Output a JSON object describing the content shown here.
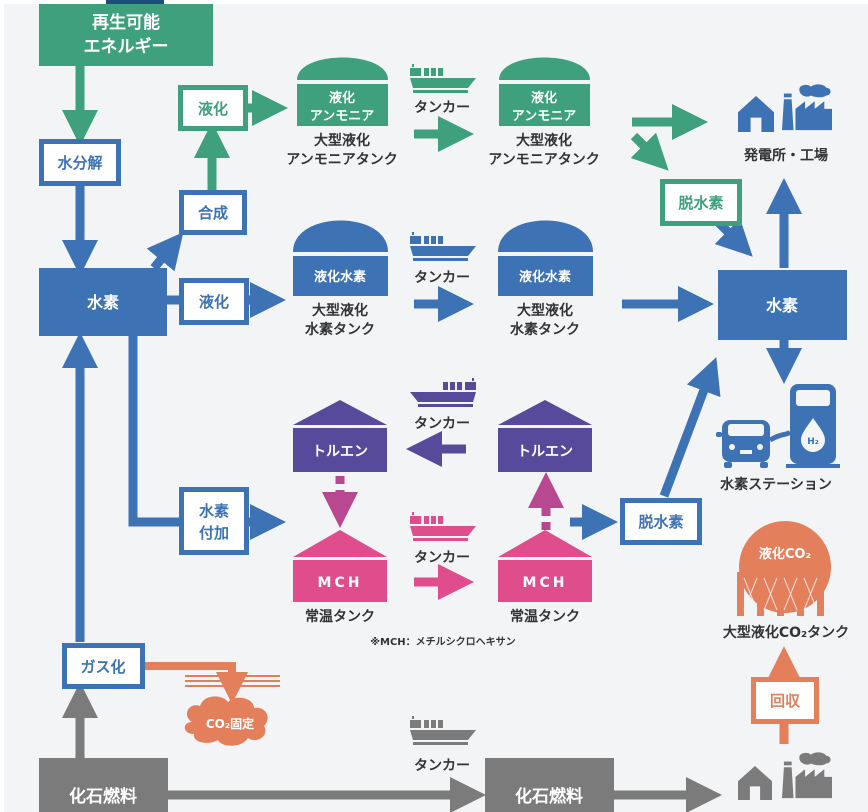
{
  "colors": {
    "green": "#3ea07c",
    "blue": "#3d72b4",
    "purple": "#574a9a",
    "pink": "#e04d8d",
    "orange": "#e47f5c",
    "gray": "#7b7b7b",
    "background": "#f3f4f6",
    "text": "#333333"
  },
  "sources": {
    "renewable_line1": "再生可能",
    "renewable_line2": "エネルギー",
    "fossil": "化石燃料"
  },
  "process": {
    "electrolysis": "水分解",
    "synthesis": "合成",
    "liquefy_ammonia": "液化",
    "liquefy_hydrogen": "液化",
    "hydrogen": "水素",
    "hydrogenation_line1": "水素",
    "hydrogenation_line2": "付加",
    "gasification": "ガス化",
    "co2_fixation": "CO₂固定",
    "dehydrogenation_ammonia": "脱水素",
    "dehydrogenation_mch": "脱水素",
    "recovery": "回収",
    "hydrogen_dest": "水素"
  },
  "tanks": {
    "ammonia_label_line1": "液化",
    "ammonia_label_line2": "アンモニア",
    "ammonia_caption_line1": "大型液化",
    "ammonia_caption_line2": "アンモニアタンク",
    "hydrogen_label": "液化水素",
    "hydrogen_caption_line1": "大型液化",
    "hydrogen_caption_line2": "水素タンク",
    "toluene_label": "トルエン",
    "mch_label": "MCH",
    "mch_caption": "常温タンク",
    "co2_label": "液化CO₂",
    "co2_caption": "大型液化CO₂タンク"
  },
  "transport": {
    "tanker": "タンカー"
  },
  "destinations": {
    "plant": "発電所・工場",
    "station": "水素ステーション",
    "h2_badge": "H₂"
  },
  "notes": {
    "mch_note": "※MCH：メチルシクロヘキサン"
  }
}
